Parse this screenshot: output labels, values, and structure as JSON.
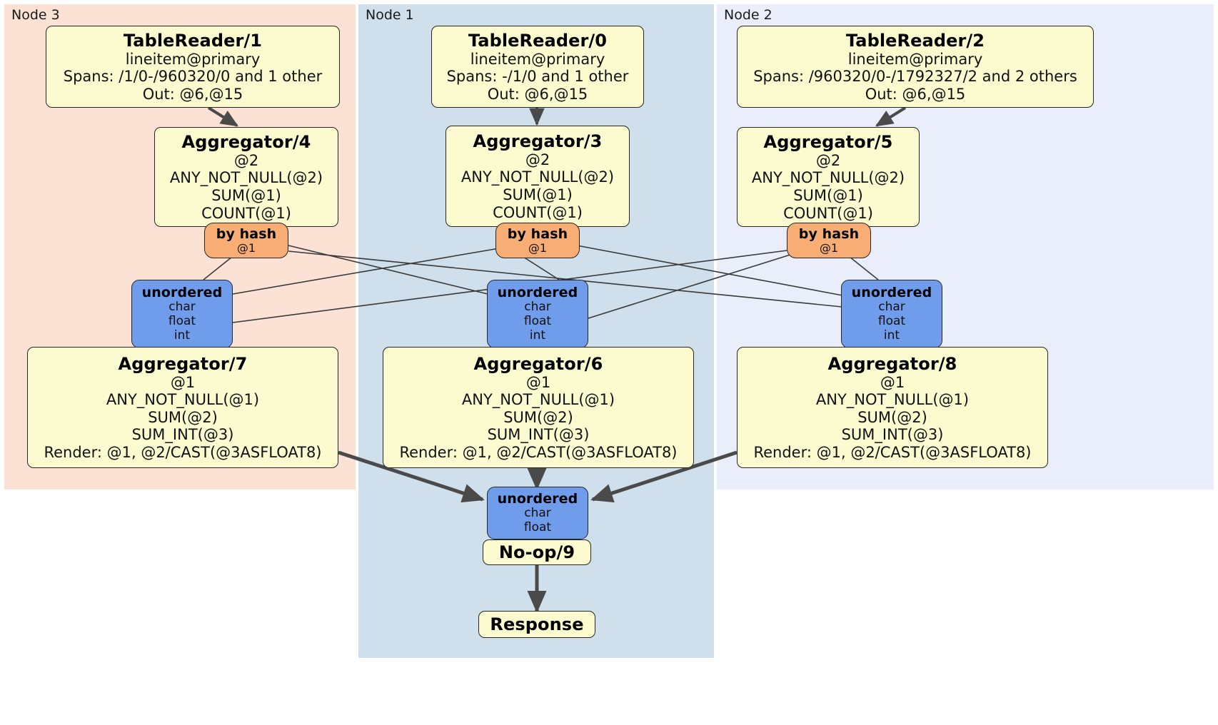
{
  "diagram": {
    "title": "Distributed query plan",
    "colors": {
      "node3_bg": "#fbe2d5",
      "node1_bg": "#cfdfeb",
      "node2_bg": "#e9eefa",
      "processor_fill": "#fbfbcf",
      "hash_router_fill": "#f7ad73",
      "synchronizer_fill": "#6f9ceb",
      "border": "#262626",
      "thin_edge": "#3a3a3a",
      "thick_edge": "#4a4a4a"
    }
  },
  "panels": [
    {
      "id": "node3",
      "label": "Node 3"
    },
    {
      "id": "node1",
      "label": "Node 1"
    },
    {
      "id": "node2",
      "label": "Node 2"
    }
  ],
  "processors": {
    "tablereader_1": {
      "title": "TableReader/1",
      "lines": [
        "lineitem@primary",
        "Spans: /1/0-/960320/0 and 1 other",
        "Out: @6,@15"
      ]
    },
    "tablereader_0": {
      "title": "TableReader/0",
      "lines": [
        "lineitem@primary",
        "Spans: -/1/0 and 1 other",
        "Out: @6,@15"
      ]
    },
    "tablereader_2": {
      "title": "TableReader/2",
      "lines": [
        "lineitem@primary",
        "Spans: /960320/0-/1792327/2 and 2 others",
        "Out: @6,@15"
      ]
    },
    "aggregator_4": {
      "title": "Aggregator/4",
      "lines": [
        "@2",
        "ANY_NOT_NULL(@2)",
        "SUM(@1)",
        "COUNT(@1)"
      ]
    },
    "aggregator_3": {
      "title": "Aggregator/3",
      "lines": [
        "@2",
        "ANY_NOT_NULL(@2)",
        "SUM(@1)",
        "COUNT(@1)"
      ]
    },
    "aggregator_5": {
      "title": "Aggregator/5",
      "lines": [
        "@2",
        "ANY_NOT_NULL(@2)",
        "SUM(@1)",
        "COUNT(@1)"
      ]
    },
    "aggregator_7": {
      "title": "Aggregator/7",
      "lines": [
        "@1",
        "ANY_NOT_NULL(@1)",
        "SUM(@2)",
        "SUM_INT(@3)",
        "Render: @1, @2/CAST(@3ASFLOAT8)"
      ]
    },
    "aggregator_6": {
      "title": "Aggregator/6",
      "lines": [
        "@1",
        "ANY_NOT_NULL(@1)",
        "SUM(@2)",
        "SUM_INT(@3)",
        "Render: @1, @2/CAST(@3ASFLOAT8)"
      ]
    },
    "aggregator_8": {
      "title": "Aggregator/8",
      "lines": [
        "@1",
        "ANY_NOT_NULL(@1)",
        "SUM(@2)",
        "SUM_INT(@3)",
        "Render: @1, @2/CAST(@3ASFLOAT8)"
      ]
    },
    "noop_9": {
      "title": "No-op/9",
      "lines": []
    },
    "response": {
      "title": "Response",
      "lines": []
    }
  },
  "routers": {
    "hash_left": {
      "title": "by hash",
      "lines": [
        "@1"
      ]
    },
    "hash_center": {
      "title": "by hash",
      "lines": [
        "@1"
      ]
    },
    "hash_right": {
      "title": "by hash",
      "lines": [
        "@1"
      ]
    }
  },
  "synchronizers": {
    "sync_left": {
      "title": "unordered",
      "lines": [
        "char",
        "float",
        "int"
      ]
    },
    "sync_center": {
      "title": "unordered",
      "lines": [
        "char",
        "float",
        "int"
      ]
    },
    "sync_right": {
      "title": "unordered",
      "lines": [
        "char",
        "float",
        "int"
      ]
    },
    "sync_final": {
      "title": "unordered",
      "lines": [
        "char",
        "float"
      ]
    }
  }
}
